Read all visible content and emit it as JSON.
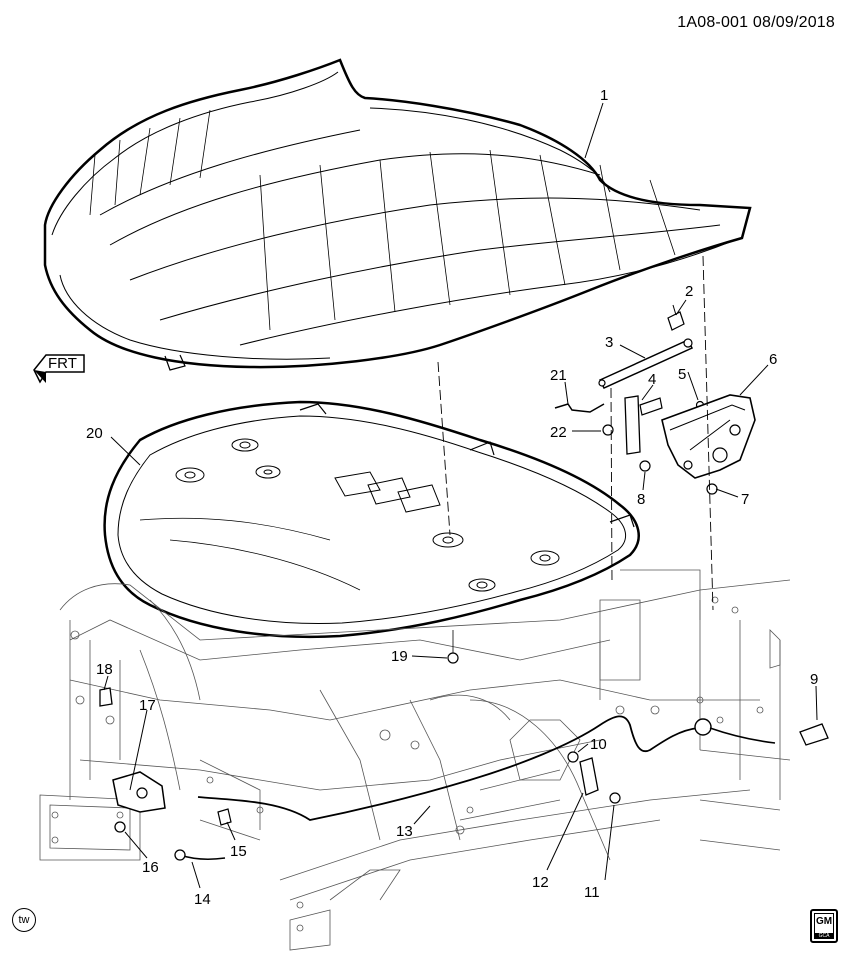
{
  "header": {
    "diagram_id": "1A08-001",
    "date": "08/09/2018"
  },
  "orientation": {
    "label": "FRT"
  },
  "callouts": [
    "1",
    "2",
    "3",
    "4",
    "5",
    "6",
    "7",
    "8",
    "9",
    "10",
    "11",
    "12",
    "13",
    "14",
    "15",
    "16",
    "17",
    "18",
    "19",
    "20",
    "21",
    "22"
  ],
  "footer": {
    "tw_badge": "tw",
    "logo_text": "GM",
    "logo_sub": "GCA"
  }
}
